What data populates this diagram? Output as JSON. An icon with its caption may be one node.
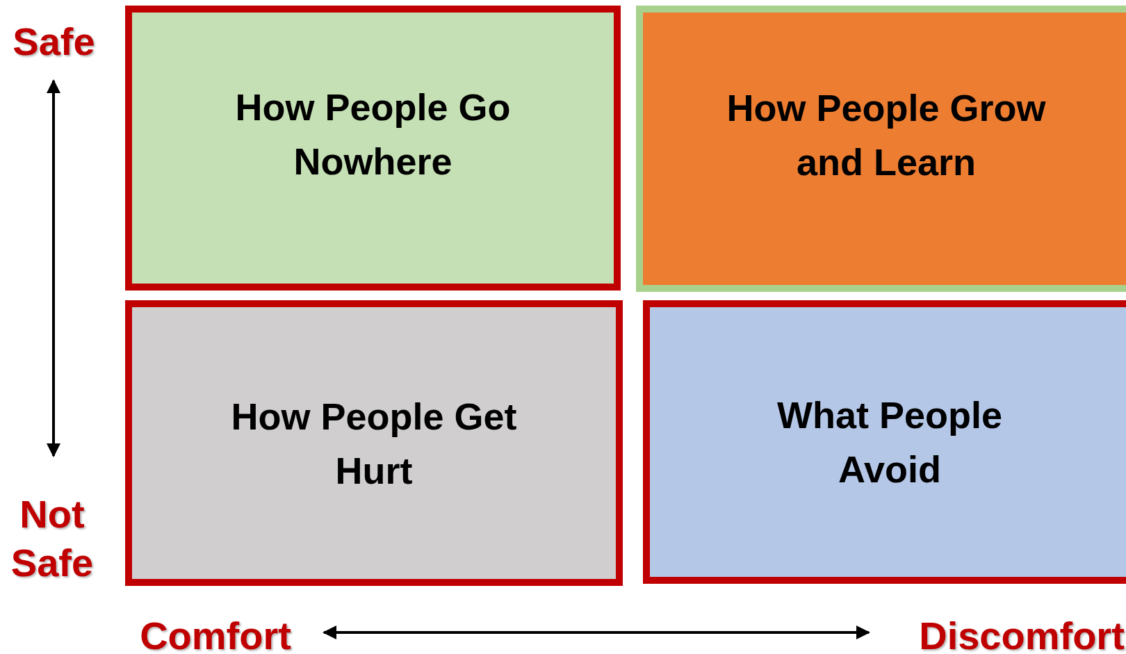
{
  "diagram": {
    "nodes": [
      {
        "text": [
          "How People Go Nowhere"
        ]
      },
      {
        "text": [
          "How People Grow and Learn"
        ]
      },
      {
        "text": [
          "How People Get Hurt"
        ]
      },
      {
        "text": [
          "What People Avoid"
        ]
      }
    ],
    "labels": [
      "Safe",
      "Not Safe",
      "Comfort",
      "Discomfort"
    ]
  }
}
